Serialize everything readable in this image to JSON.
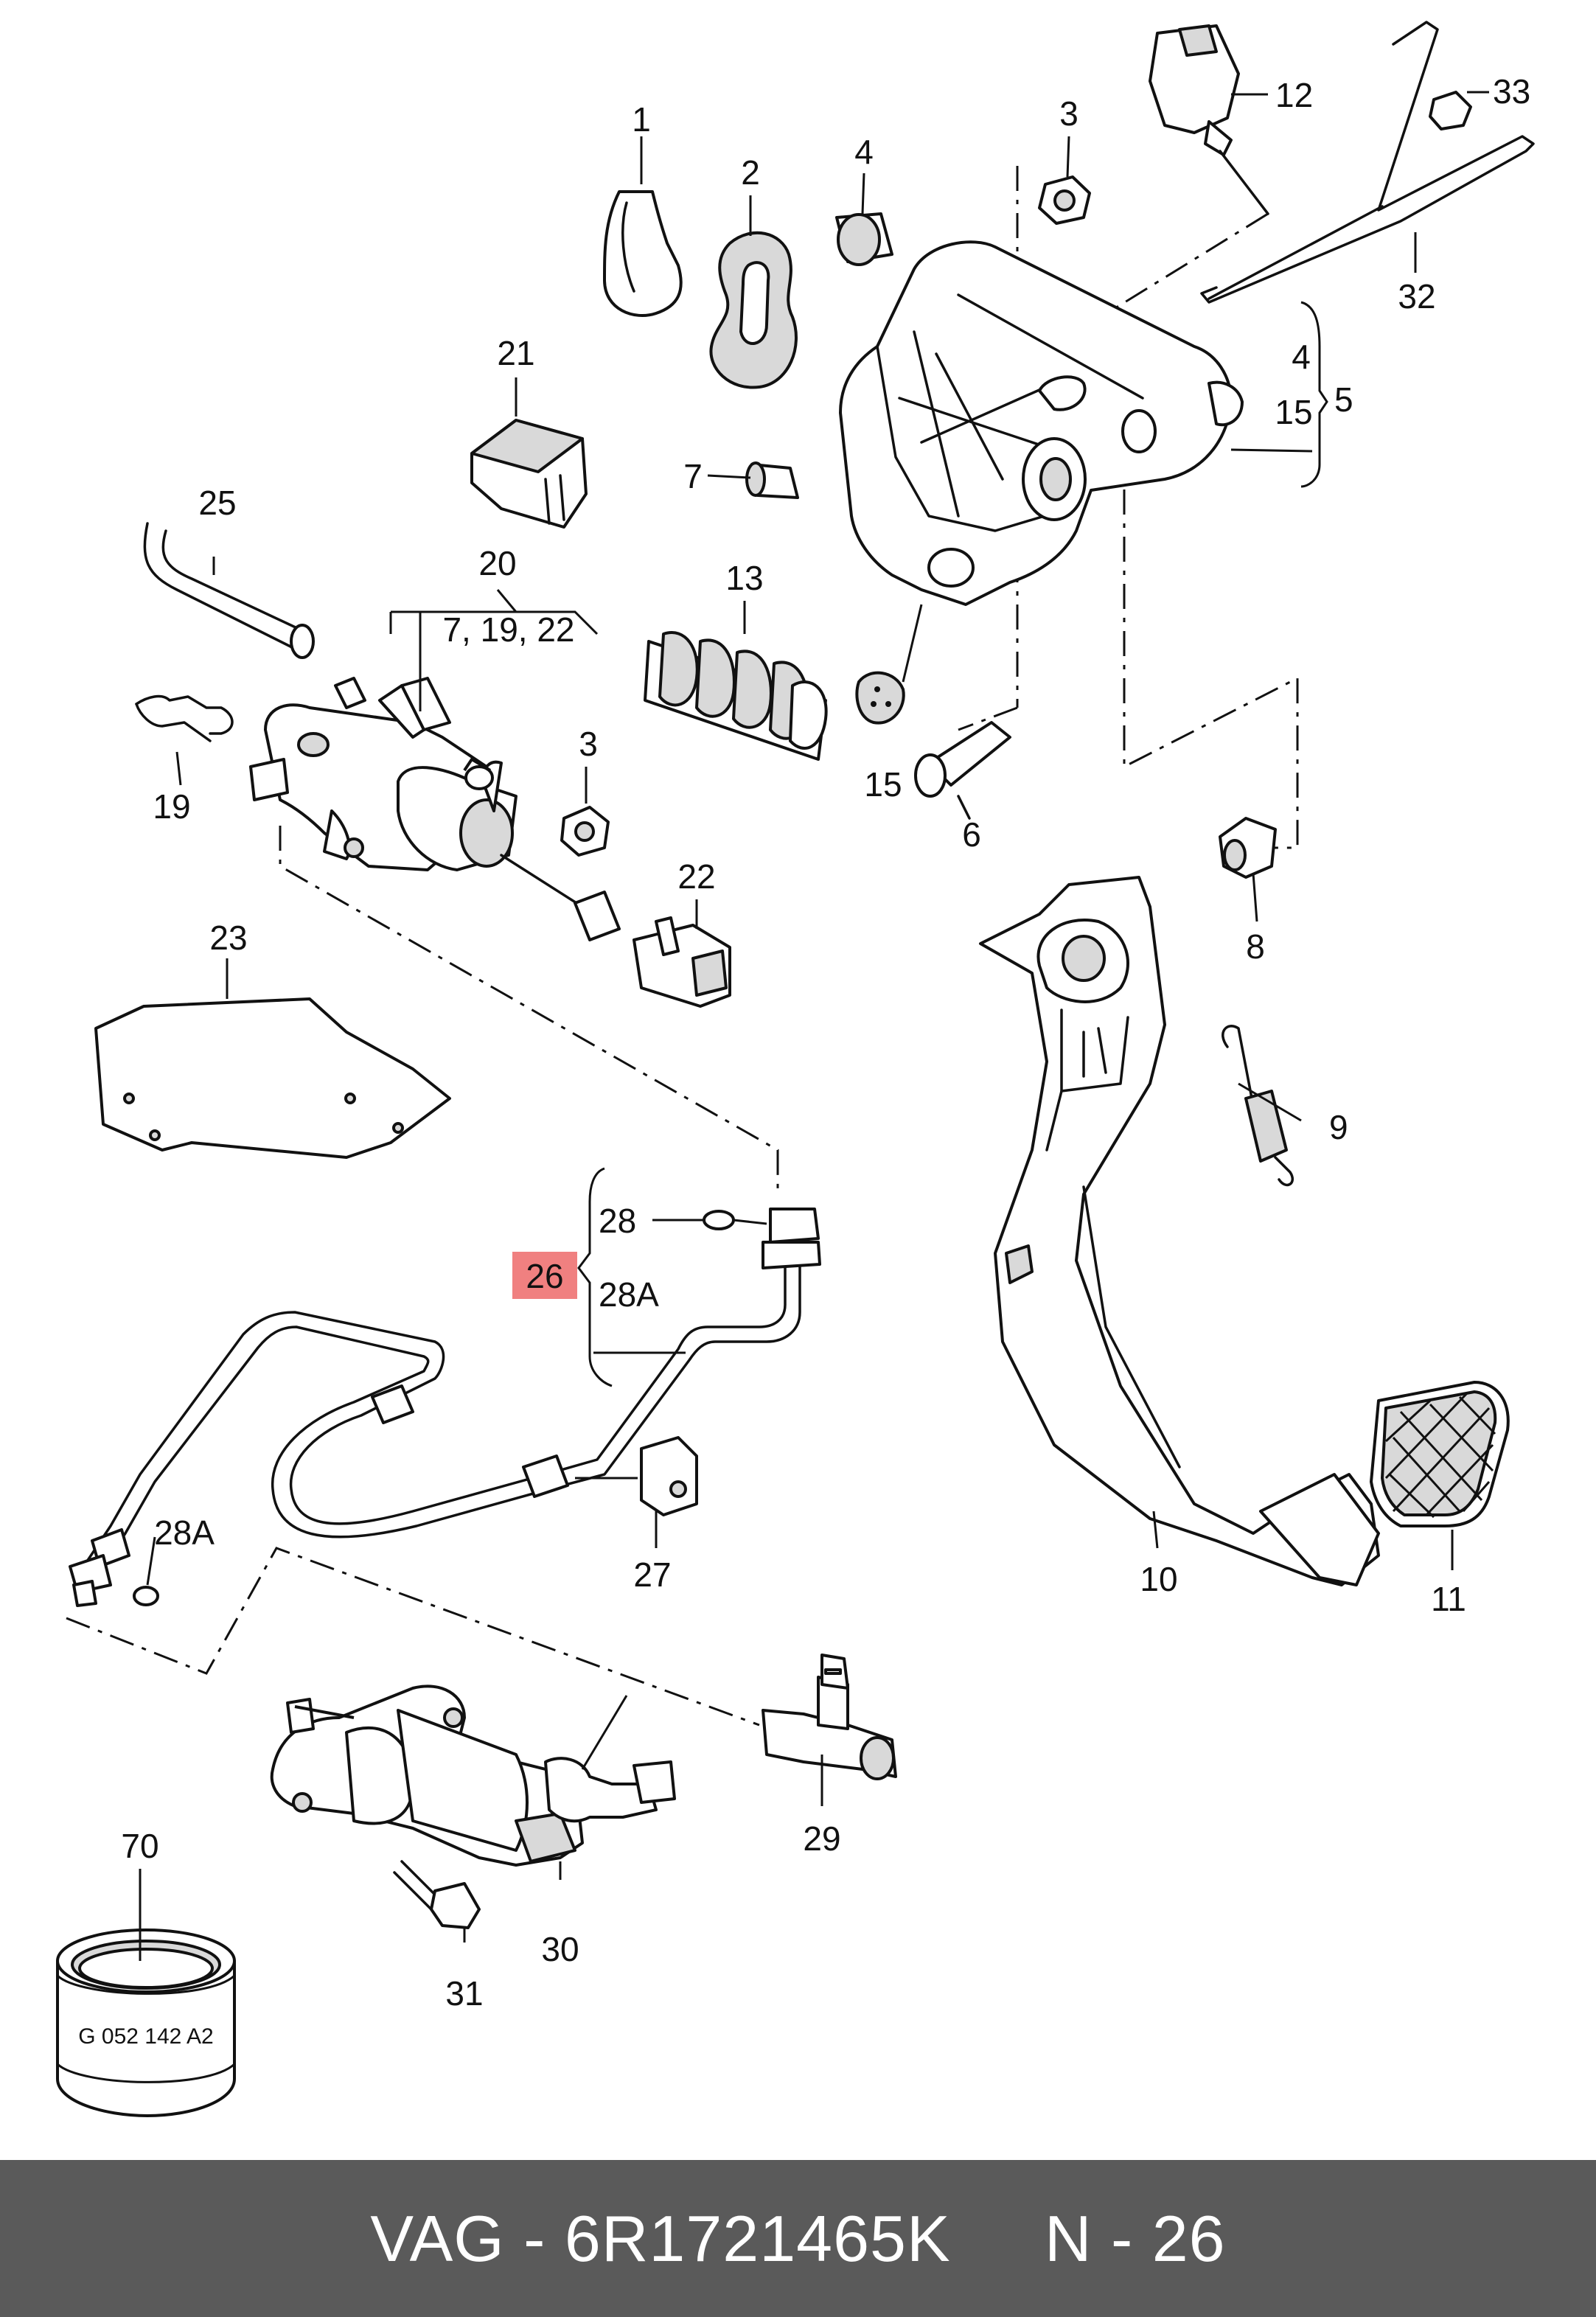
{
  "labels": {
    "l1": "1",
    "l2": "2",
    "l3a": "3",
    "l3b": "3",
    "l4a": "4",
    "l4b": "4",
    "l5": "5",
    "l6": "6",
    "l7": "7",
    "l8": "8",
    "l9": "9",
    "l10": "10",
    "l11": "11",
    "l12": "12",
    "l13": "13",
    "l15a": "15",
    "l15b": "15",
    "l19": "19",
    "l20": "20",
    "l20sub": "7, 19, 22",
    "l21": "21",
    "l22": "22",
    "l23": "23",
    "l25": "25",
    "l26": "26",
    "l27": "27",
    "l28": "28",
    "l28a1": "28A",
    "l28a2": "28A",
    "l29": "29",
    "l30": "30",
    "l31": "31",
    "l32": "32",
    "l33": "33",
    "l70": "70"
  },
  "part_marking": "G 052 142 A2",
  "highlight_color": "#f08080",
  "footer": {
    "text": "VAG - 6R1721465K     N - 26"
  }
}
